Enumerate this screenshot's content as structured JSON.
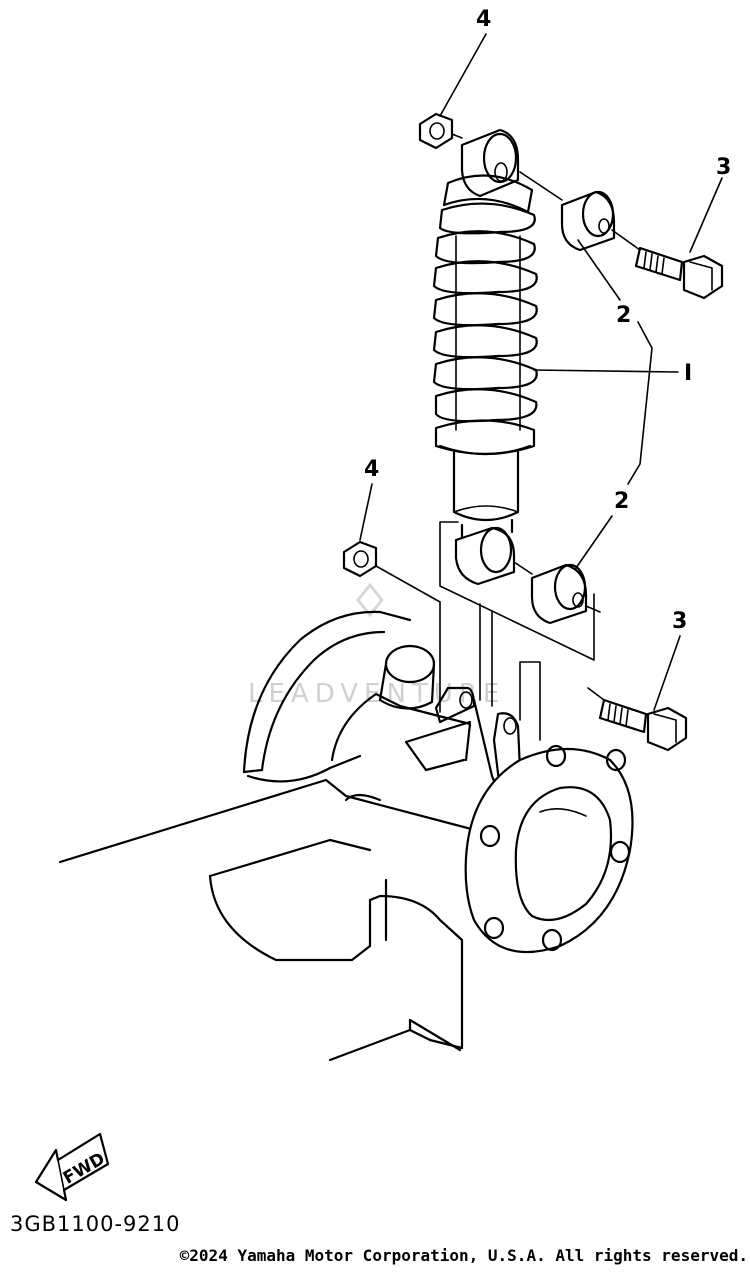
{
  "diagram": {
    "callouts": [
      {
        "id": "c4a",
        "label": "4"
      },
      {
        "id": "c3a",
        "label": "3"
      },
      {
        "id": "c2a",
        "label": "2"
      },
      {
        "id": "c1",
        "label": "I"
      },
      {
        "id": "c2b",
        "label": "2"
      },
      {
        "id": "c4b",
        "label": "4"
      },
      {
        "id": "c3b",
        "label": "3"
      }
    ],
    "fwd_label": "FWD",
    "diagram_code": "3GB1100-9210",
    "watermark": "LEADVENTURE"
  },
  "footer": {
    "copyright": "©2024 Yamaha Motor Corporation, U.S.A. All rights reserved."
  }
}
